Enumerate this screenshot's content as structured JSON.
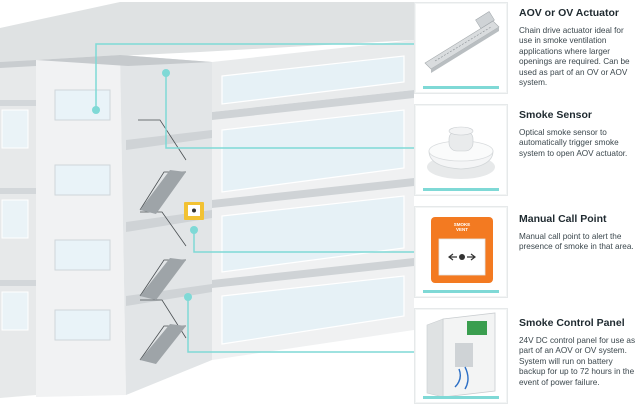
{
  "colors": {
    "connector": "#7fd9d6",
    "building_light": "#eef0f1",
    "building_mid": "#d9dcde",
    "building_dark": "#b9bec1",
    "window": "#e6f2f7",
    "call_point_orange": "#f37a21",
    "call_point_yellow": "#f2c233"
  },
  "components": [
    {
      "title": "AOV or OV Actuator",
      "description": "Chain drive actuator ideal for use in smoke ventilation applications where larger openings are required. Can be used as part of an OV or AOV system.",
      "icon": "chain-actuator-icon"
    },
    {
      "title": "Smoke Sensor",
      "description": "Optical smoke sensor to automatically trigger smoke system to open AOV actuator.",
      "icon": "smoke-sensor-icon"
    },
    {
      "title": "Manual Call Point",
      "description": "Manual call point to alert the presence of smoke in that area.",
      "icon": "manual-call-point-icon",
      "label": "SMOKE VENT"
    },
    {
      "title": "Smoke Control Panel",
      "description": "24V DC control panel for use as part of an AOV or OV system. System will run on battery backup for up to 72 hours in the event of power failure.",
      "icon": "control-panel-icon"
    }
  ]
}
